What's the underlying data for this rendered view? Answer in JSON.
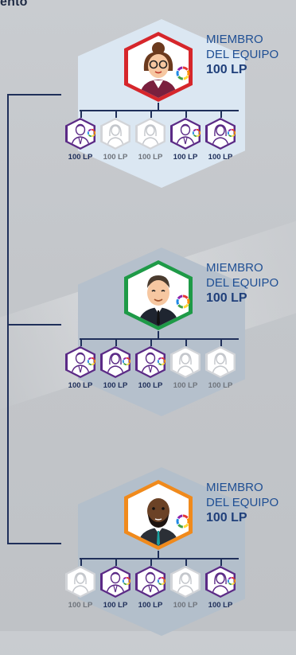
{
  "page_title": "ento",
  "colors": {
    "navy": "#1f2f5a",
    "label_blue": "#1f4f94",
    "member_purple": "#5b2a86",
    "inactive_gray": "#d2d4d8"
  },
  "groups": [
    {
      "leader": {
        "role_line1": "MIEMBRO",
        "role_line2": "DEL EQUIPO",
        "points": "100 LP",
        "border_color": "#d6262b",
        "avatar": "woman-glasses-avatar"
      },
      "members": [
        {
          "points": "100 LP",
          "active": true,
          "icon": "man-icon"
        },
        {
          "points": "100 LP",
          "active": false,
          "icon": "woman-icon"
        },
        {
          "points": "100 LP",
          "active": false,
          "icon": "woman-icon"
        },
        {
          "points": "100 LP",
          "active": true,
          "icon": "man-icon"
        },
        {
          "points": "100 LP",
          "active": true,
          "icon": "woman-icon"
        }
      ]
    },
    {
      "leader": {
        "role_line1": "MIEMBRO",
        "role_line2": "DEL EQUIPO",
        "points": "100 LP",
        "border_color": "#1e9a47",
        "avatar": "man-suit-avatar"
      },
      "members": [
        {
          "points": "100 LP",
          "active": true,
          "icon": "man-icon"
        },
        {
          "points": "100 LP",
          "active": true,
          "icon": "woman-icon"
        },
        {
          "points": "100 LP",
          "active": true,
          "icon": "man-icon"
        },
        {
          "points": "100 LP",
          "active": false,
          "icon": "woman-icon"
        },
        {
          "points": "100 LP",
          "active": false,
          "icon": "woman-icon"
        }
      ]
    },
    {
      "leader": {
        "role_line1": "MIEMBRO",
        "role_line2": "DEL EQUIPO",
        "points": "100 LP",
        "border_color": "#f08a1c",
        "avatar": "bearded-man-avatar"
      },
      "members": [
        {
          "points": "100 LP",
          "active": false,
          "icon": "woman-icon"
        },
        {
          "points": "100 LP",
          "active": true,
          "icon": "man-icon"
        },
        {
          "points": "100 LP",
          "active": true,
          "icon": "man-icon"
        },
        {
          "points": "100 LP",
          "active": false,
          "icon": "woman-icon"
        },
        {
          "points": "100 LP",
          "active": true,
          "icon": "woman-icon"
        }
      ]
    }
  ]
}
